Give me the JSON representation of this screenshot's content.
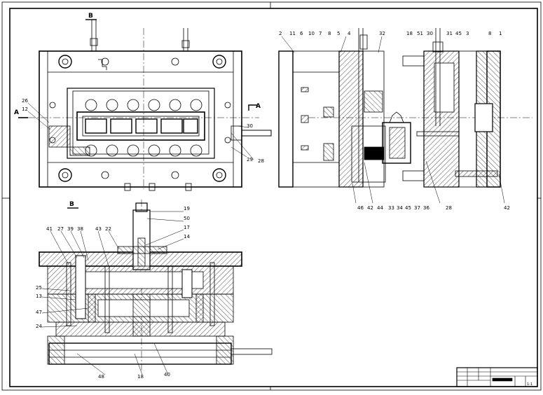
{
  "sheet": {
    "section_markers": {
      "b_top": "B",
      "a_left": "A",
      "a_right": "A",
      "b_bottom": "B"
    }
  },
  "plan_view": {
    "left_labels": [
      "26",
      "12"
    ],
    "right_labels": [
      "30",
      "29",
      "28"
    ]
  },
  "section_a": {
    "top_labels": [
      "2",
      "11",
      "6",
      "10",
      "7",
      "8",
      "5",
      "4",
      "32",
      "18",
      "51",
      "30",
      "31",
      "45",
      "3",
      "8",
      "1"
    ],
    "bottom_labels": [
      "46",
      "42",
      "44",
      "33",
      "34",
      "45",
      "37",
      "36",
      "28",
      "42"
    ]
  },
  "section_b": {
    "top_left_labels": [
      "41",
      "27",
      "39",
      "38",
      "43",
      "22"
    ],
    "top_right_labels": [
      "19",
      "50",
      "17",
      "14"
    ],
    "left_labels": [
      "25",
      "13",
      "47",
      "24"
    ],
    "bottom_labels": [
      "48",
      "18",
      "40"
    ]
  },
  "title_block": {
    "scale": "1:1"
  },
  "colors": {
    "line": "#000000",
    "hatch": "#000000",
    "paper": "#ffffff"
  }
}
